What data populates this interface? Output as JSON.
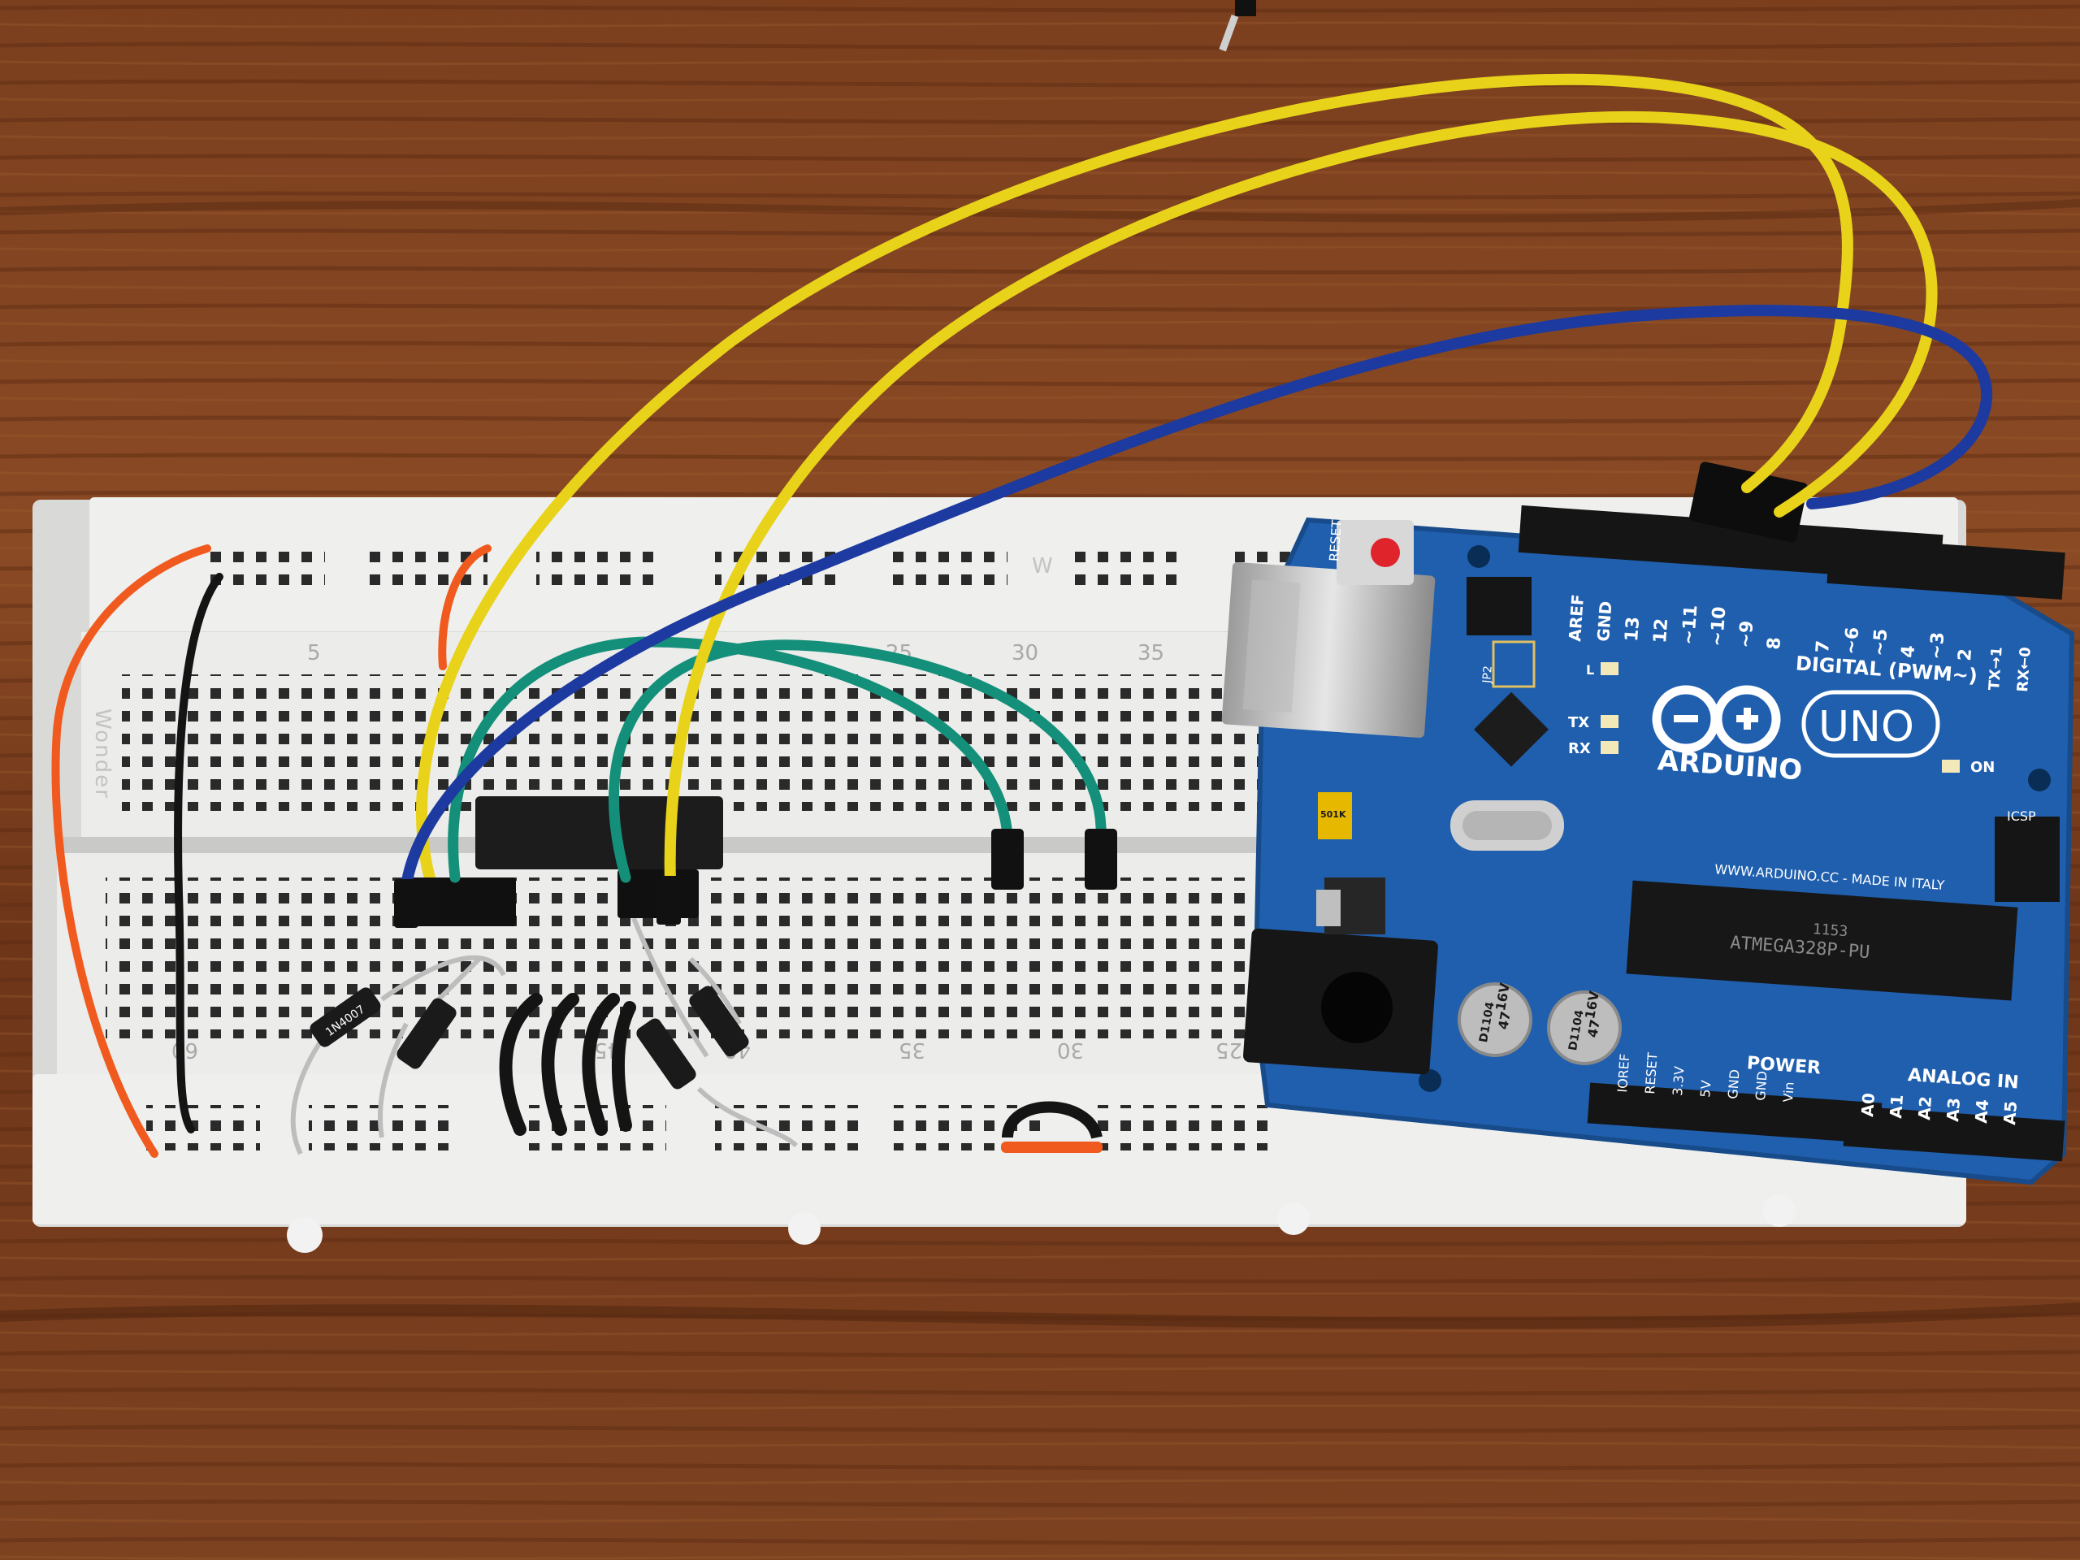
{
  "breadboard": {
    "brand": "Wonder",
    "rail_mark": "W",
    "column_numbers_top": [
      "5",
      "25",
      "30",
      "35"
    ],
    "column_numbers_bottom": [
      "45",
      "40",
      "35",
      "30",
      "25",
      "60"
    ]
  },
  "arduino": {
    "logo_text": "ARDUINO",
    "model": "UNO",
    "reset_label": "RESET",
    "digital_header_title": "DIGITAL (PWM~)",
    "digital_pins": [
      "AREF",
      "GND",
      "13",
      "12",
      "~11",
      "~10",
      "~9",
      "8",
      "7",
      "~6",
      "~5",
      "4",
      "~3",
      "2",
      "TX→1",
      "RX←0"
    ],
    "led_labels": [
      "L",
      "TX",
      "RX",
      "ON"
    ],
    "jumper_label": "JP2",
    "icsp_label": "ICSP",
    "crystal_label": "501K",
    "website_text": "WWW.ARDUINO.CC - MADE IN ITALY",
    "chip_text": [
      "ATMEGA328P-PU",
      "1153"
    ],
    "power_title": "POWER",
    "power_pins": [
      "IOREF",
      "RESET",
      "3.3V",
      "5V",
      "GND",
      "GND",
      "Vin"
    ],
    "analog_title": "ANALOG IN",
    "analog_pins": [
      "A0",
      "A1",
      "A2",
      "A3",
      "A4",
      "A5"
    ],
    "capacitor_text": [
      "D1104",
      "47",
      "16V"
    ]
  },
  "diodes": {
    "marking": "1N4007"
  },
  "colors": {
    "wood": "#7a4020",
    "breadboard": "#e9e9e7",
    "pcb": "#1f5fae",
    "wire_yellow": "#e8d21a",
    "wire_blue": "#1c3aa0",
    "wire_teal": "#14907a",
    "wire_red": "#f05a1e",
    "wire_black": "#141414"
  }
}
